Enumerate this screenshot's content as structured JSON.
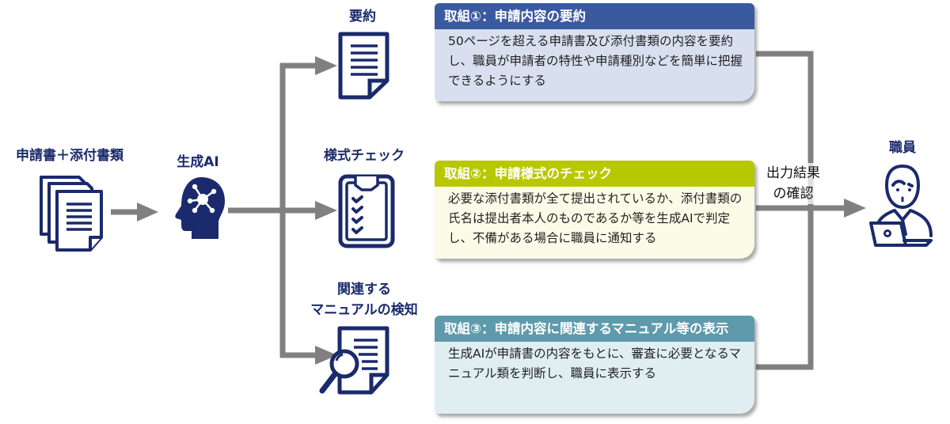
{
  "colors": {
    "navy": "#1a2a6c",
    "arrow_gray": "#808080",
    "box1_head": "#3a5aa0",
    "box1_body": "#d8e0f0",
    "box2_head": "#b8c800",
    "box2_body": "#fbfce8",
    "box3_head": "#5e9aac",
    "box3_body": "#e0eef2"
  },
  "input": {
    "label": "申請書＋添付書類",
    "icon": "stacked-documents-icon"
  },
  "ai": {
    "label": "生成AI",
    "icon": "ai-head-icon"
  },
  "branches": [
    {
      "label_lines": [
        "要約"
      ],
      "icon": "document-icon",
      "box": {
        "title": "取組①：申請内容の要約",
        "body": "50ページを超える申請書及び添付書類の内容を要約し、職員が申請者の特性や申請種別などを簡単に把握できるようにする"
      }
    },
    {
      "label_lines": [
        "様式チェック"
      ],
      "icon": "clipboard-checklist-icon",
      "box": {
        "title": "取組②：申請様式のチェック",
        "body": "必要な添付書類が全て提出されているか、添付書類の氏名は提出者本人のものであるか等を生成AIで判定し、不備がある場合に職員に通知する"
      }
    },
    {
      "label_lines": [
        "関連する",
        "マニュアルの検知"
      ],
      "icon": "document-search-icon",
      "box": {
        "title": "取組③：申請内容に関連するマニュアル等の表示",
        "body": "生成AIが申請書の内容をもとに、審査に必要となるマニュアル類を判断し、職員に表示する"
      }
    }
  ],
  "output": {
    "label_lines": [
      "出力結果",
      "の確認"
    ]
  },
  "staff": {
    "label": "職員",
    "icon": "staff-laptop-icon"
  }
}
